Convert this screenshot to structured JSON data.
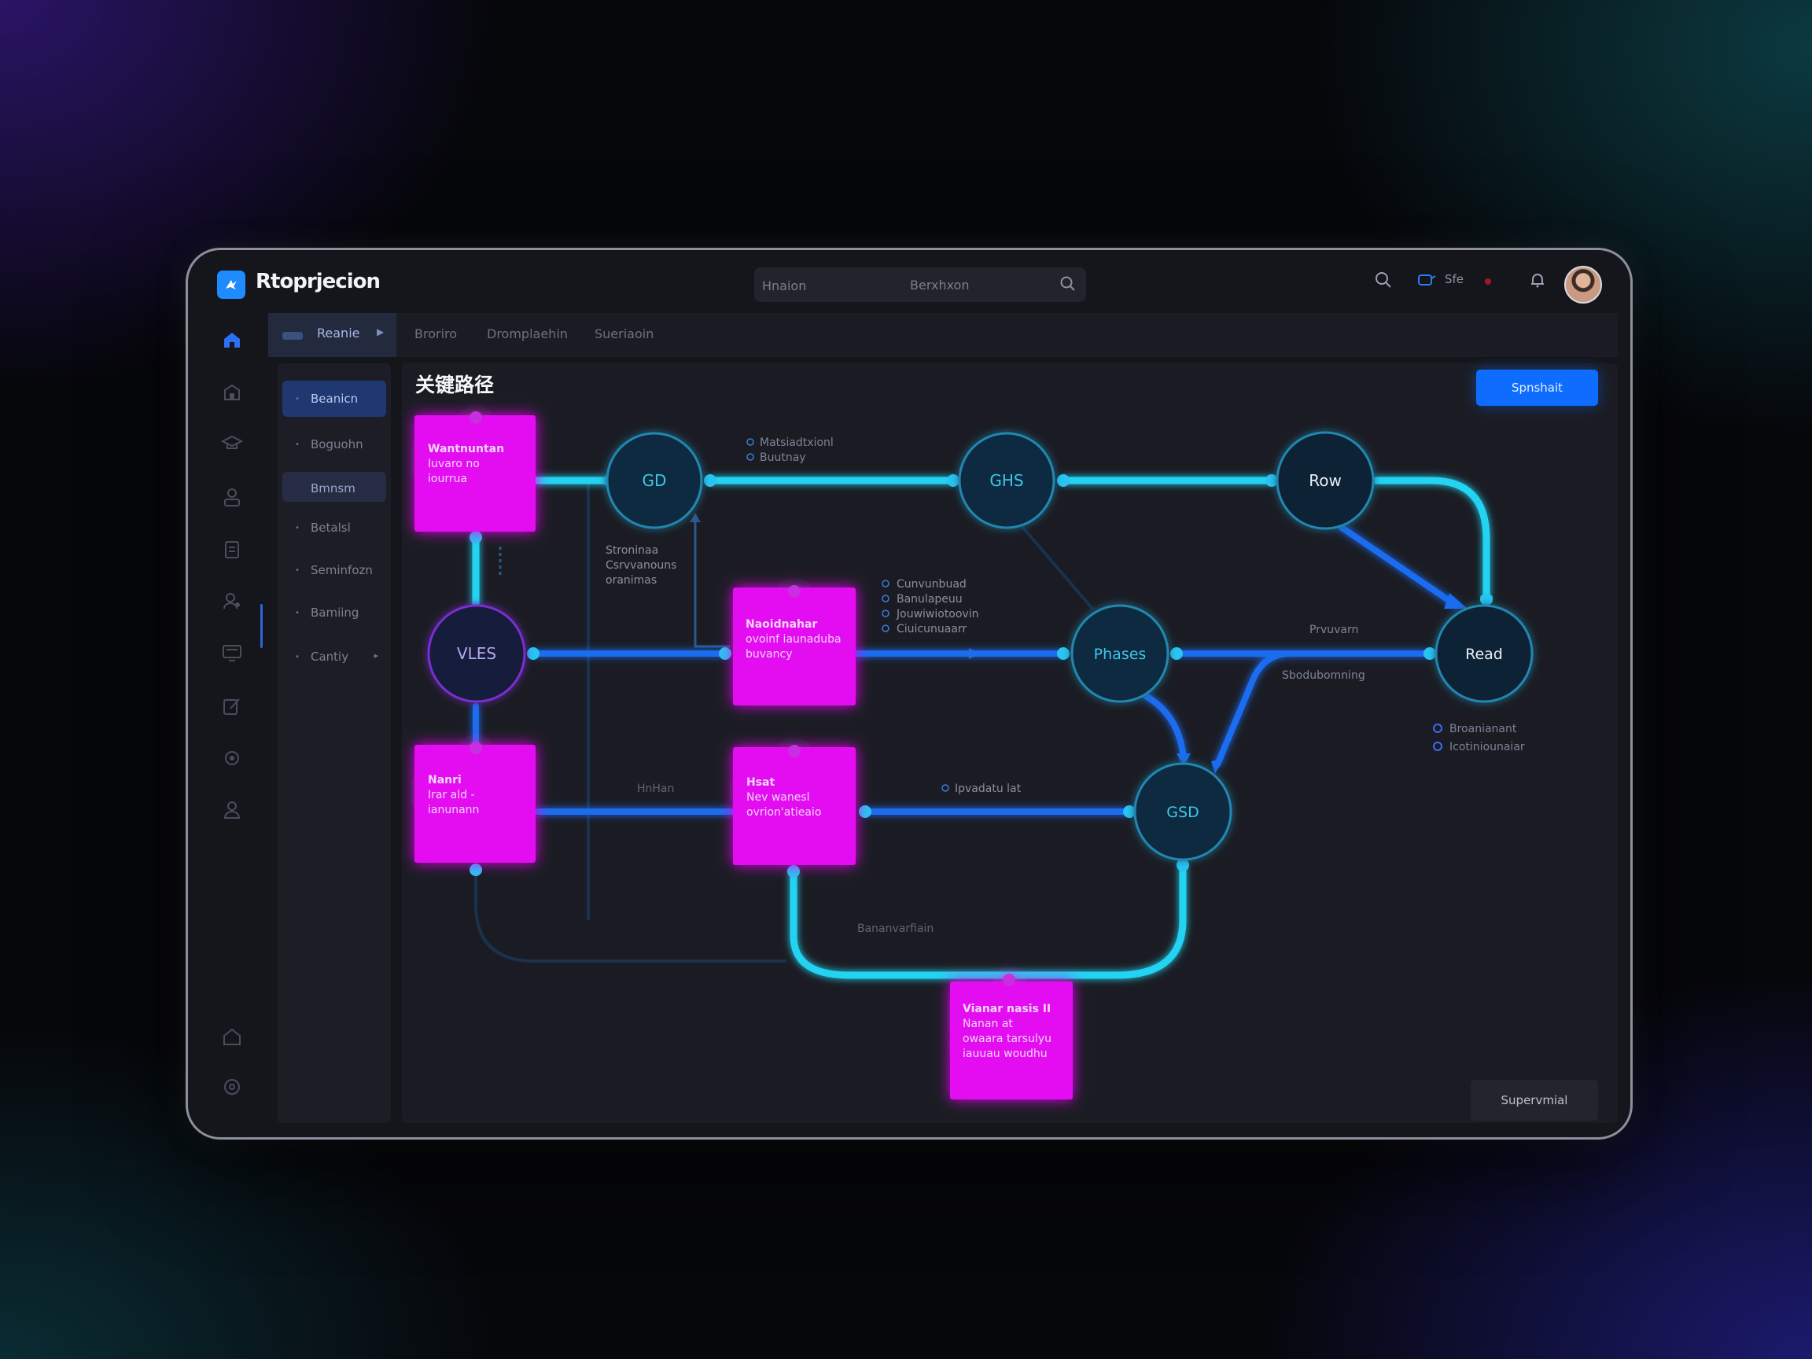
{
  "app": {
    "title": "Rtoprjecion"
  },
  "search": {
    "placeholder": "Hnaion",
    "scope": "Berxhxon"
  },
  "topbar": {
    "count_label": "Sfe"
  },
  "breadcrumb": {
    "first": "Reanie",
    "items": [
      "Broriro",
      "Dromplaehin",
      "Sueriaoin"
    ]
  },
  "sidebar": {
    "items": [
      {
        "label": "Beanicn",
        "state": "active"
      },
      {
        "label": "Boguohn",
        "state": "normal"
      },
      {
        "label": "Bmnsm",
        "state": "highlight"
      },
      {
        "label": "Betalsl",
        "state": "normal"
      },
      {
        "label": "Seminfozn",
        "state": "normal"
      },
      {
        "label": "Bamiing",
        "state": "normal"
      },
      {
        "label": "Cantiy",
        "state": "normal"
      }
    ]
  },
  "canvas": {
    "title": "关键路径",
    "primary_button": "Spnshait",
    "secondary_button": "Supervmial"
  },
  "diagram": {
    "boxes": [
      {
        "id": "box-1",
        "lines": [
          "Wantnuntan",
          "Iuvaro no",
          "iourrua"
        ]
      },
      {
        "id": "box-2",
        "lines": [
          "Naoidnahar",
          "ovoinf iaunaduba",
          "buvancy"
        ]
      },
      {
        "id": "box-3",
        "lines": [
          "Nanri",
          "Irar ald -",
          "ianunann"
        ]
      },
      {
        "id": "box-4",
        "lines": [
          "Hsat",
          "Nev wanesl",
          "ovrion'atieaio"
        ]
      },
      {
        "id": "box-5",
        "lines": [
          "Vianar nasis II",
          "Nanan at",
          "owaara tarsulyu",
          "iauuau woudhu"
        ]
      }
    ],
    "nodes": [
      {
        "id": "node-gd",
        "label": "GD",
        "style": "cyan"
      },
      {
        "id": "node-ghs",
        "label": "GHS",
        "style": "cyan"
      },
      {
        "id": "node-row",
        "label": "Row",
        "style": "white"
      },
      {
        "id": "node-vles",
        "label": "VLES",
        "style": "purple"
      },
      {
        "id": "node-phases",
        "label": "Phases",
        "style": "cyan"
      },
      {
        "id": "node-read",
        "label": "Read",
        "style": "white"
      },
      {
        "id": "node-gsd",
        "label": "GSD",
        "style": "cyan"
      }
    ],
    "annotations": {
      "top_bullets": [
        "Matsiadtxionl",
        "Buutnay"
      ],
      "left_note": [
        "Stroninaa",
        "Csrvvanouns",
        "oranimas"
      ],
      "middle_bullets": [
        "Cunvunbuad",
        "Banulapeuu",
        "Jouwiwiotoovin",
        "Ciuicunuaarr"
      ],
      "right_label": "Prvuvarn",
      "right_sub": "Sbodubomning",
      "right_bullets": [
        "Broanianant",
        "Icotiniounaiar"
      ],
      "bottom_left": "HnHan",
      "bottom_mid": "Ipvadatu lat",
      "bottom_curve": "Bananvarfiain"
    }
  },
  "colors": {
    "accent": "#0e6cff",
    "cyan_edge": "#22d3f2",
    "blue_edge": "#1b6cf0",
    "magenta_box": "#e40ff2",
    "node_fill": "#0f2c40"
  }
}
